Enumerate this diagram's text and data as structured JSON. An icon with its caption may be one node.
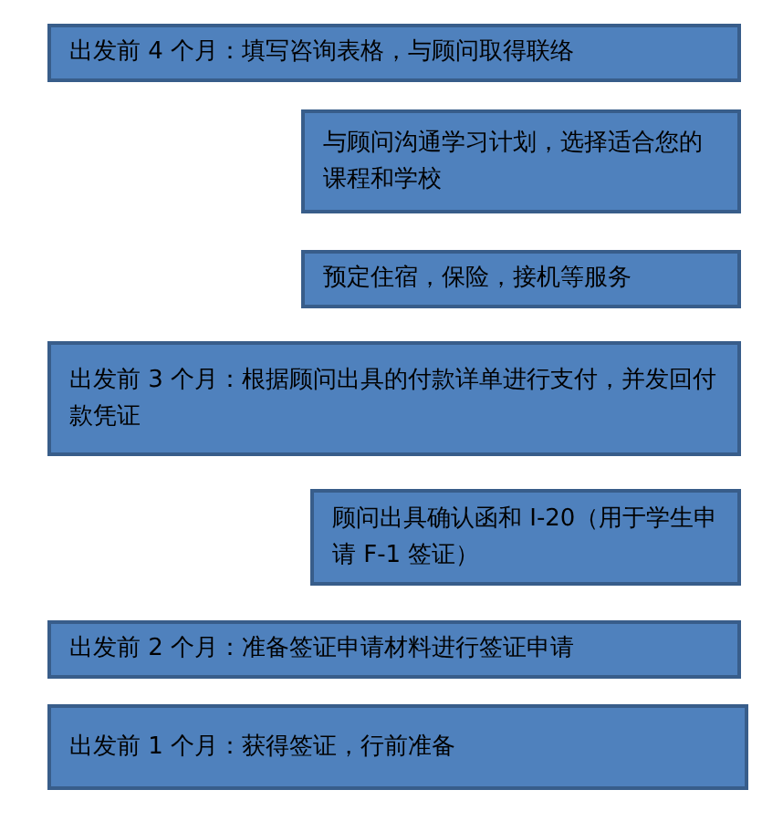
{
  "diagram": {
    "nodes": [
      {
        "text": [
          "出发前 4 个月：填写咨询表格，与顾问取得联络"
        ]
      },
      {
        "text": [
          "与顾问沟通学习计划，选择适合您的课程和学校"
        ]
      },
      {
        "text": [
          "预定住宿，保险，接机等服务"
        ]
      },
      {
        "text": [
          "出发前 3 个月：根据顾问出具的付款详单进行支付，并发回付款凭证"
        ]
      },
      {
        "text": [
          "顾问出具确认函和 I-20（用于学生申请 F-1 签证）"
        ]
      },
      {
        "text": [
          "出发前 2 个月：准备签证申请材料进行签证申请"
        ]
      },
      {
        "text": [
          "出发前 1 个月：获得签证，行前准备"
        ]
      }
    ]
  }
}
